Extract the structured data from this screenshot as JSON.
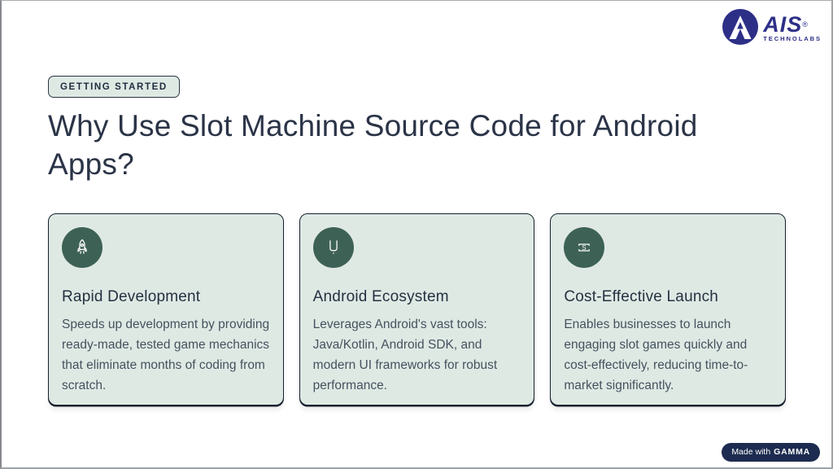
{
  "logo": {
    "brand": "AIS",
    "reg": "®",
    "sub": "TECHNOLABS"
  },
  "header": {
    "badge": "GETTING STARTED",
    "title": "Why Use Slot Machine Source Code for Android Apps?"
  },
  "cards": [
    {
      "icon": "rocket-icon",
      "title": "Rapid Development",
      "description": "Speeds up development by providing ready-made, tested game mechanics that eliminate months of coding from scratch."
    },
    {
      "icon": "android-icon",
      "title": "Android Ecosystem",
      "description": "Leverages Android's vast tools: Java/Kotlin, Android SDK, and modern UI frameworks for robust performance."
    },
    {
      "icon": "banknote-icon",
      "title": "Cost-Effective Launch",
      "description": "Enables businesses to launch engaging slot games quickly and cost-effectively, reducing time-to-market significantly."
    }
  ],
  "footer": {
    "made_with": "Made with",
    "brand": "GAMMA"
  },
  "colors": {
    "logo_navy": "#2d2f87",
    "card_bg": "#dfe9e4",
    "card_border": "#16212e",
    "icon_circle_green": "#3e6156",
    "title_text": "#2b3447",
    "body_text": "#44525e",
    "badge_bg": "#dee9e4",
    "footer_pill": "#1c2b4f"
  }
}
